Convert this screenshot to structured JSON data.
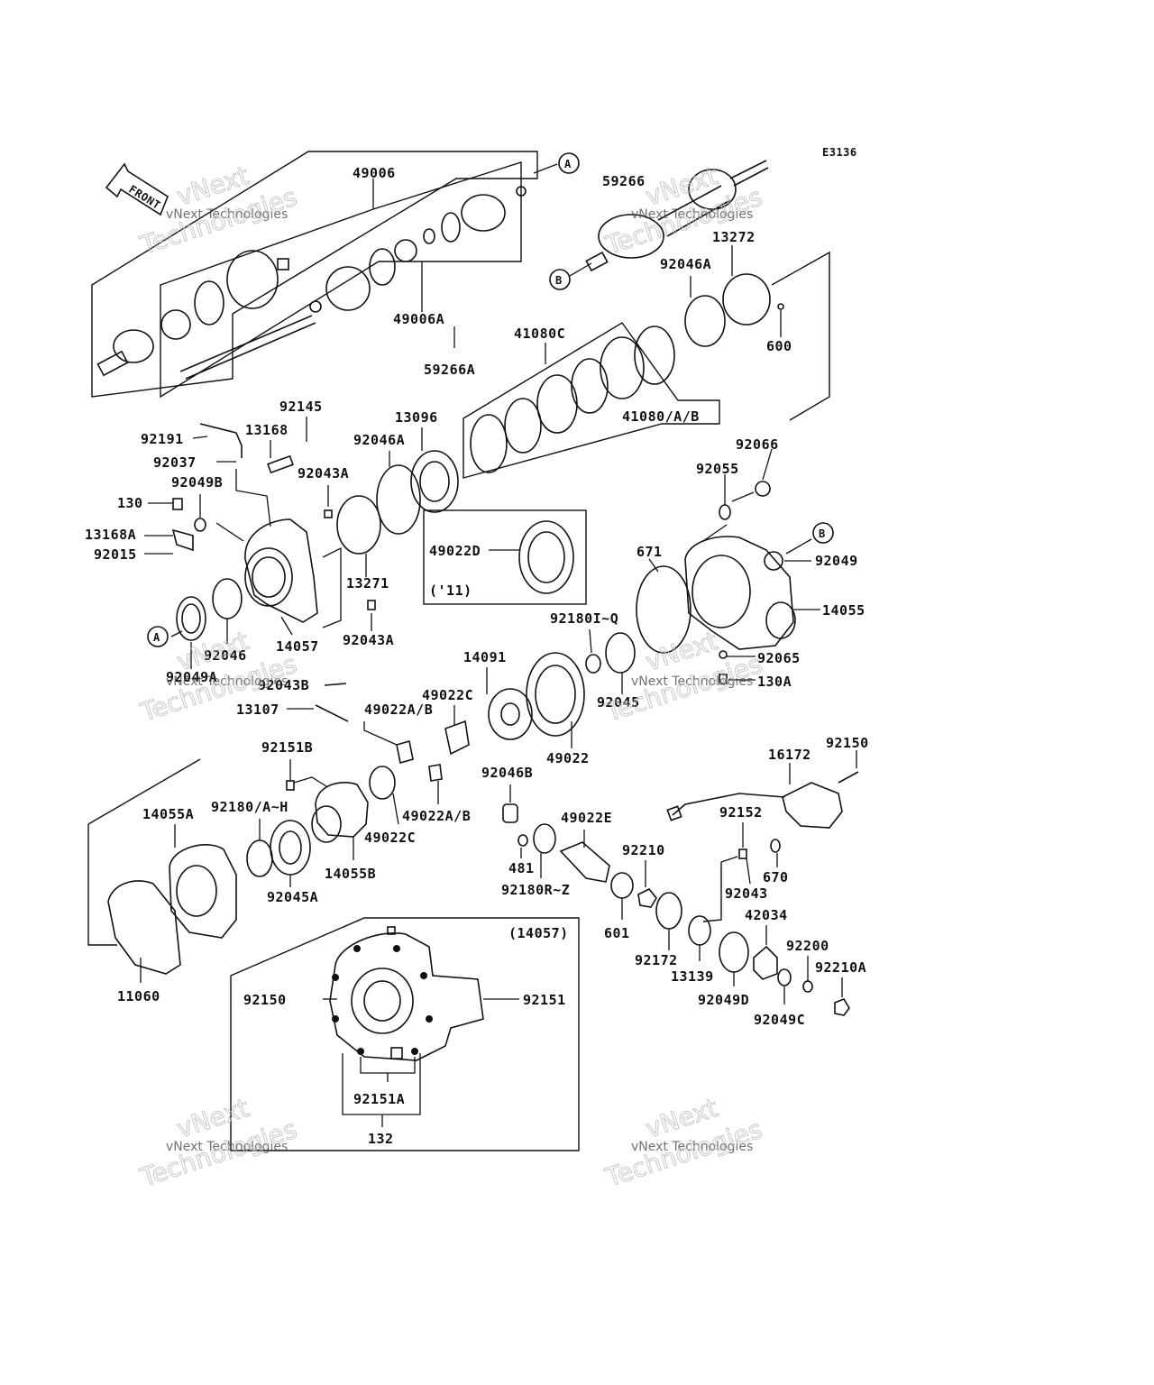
{
  "diagram_code": "E3136",
  "front_label": "FRONT",
  "reference_markers": {
    "a": "A",
    "b": "B"
  },
  "watermark": {
    "line1": "vNext Technologies",
    "line2": "vNext",
    "line3": "Technologies"
  },
  "callouts": {
    "c49006": "49006",
    "c49006A": "49006A",
    "c59266A": "59266A",
    "c59266": "59266",
    "c13272": "13272",
    "c92046A_top": "92046A",
    "c600": "600",
    "c41080C": "41080C",
    "c41080AB": "41080/A/B",
    "c92145": "92145",
    "c13168": "13168",
    "c92191": "92191",
    "c92037": "92037",
    "c92049B": "92049B",
    "c130": "130",
    "c13168A": "13168A",
    "c92015": "92015",
    "c92043A_top": "92043A",
    "c92046A_mid": "92046A",
    "c13096": "13096",
    "c13271": "13271",
    "c92043A_bot": "92043A",
    "c14057": "14057",
    "c92046": "92046",
    "c92049A": "92049A",
    "c49022D": "49022D",
    "c11year": "('11)",
    "c92066": "92066",
    "c92055": "92055",
    "c92049": "92049",
    "c671": "671",
    "c14055": "14055",
    "c92065": "92065",
    "c130A": "130A",
    "c92180IQ": "92180I~Q",
    "c14091": "14091",
    "c92045": "92045",
    "c49022": "49022",
    "c49022C_top": "49022C",
    "c92043B": "92043B",
    "c13107": "13107",
    "c49022AB_top": "49022A/B",
    "c92151B": "92151B",
    "c14055A": "14055A",
    "c92180AH": "92180/A~H",
    "c49022C_bot": "49022C",
    "c49022AB_bot": "49022A/B",
    "c14055B": "14055B",
    "c92045A": "92045A",
    "c11060": "11060",
    "c92046B": "92046B",
    "c481": "481",
    "c92180RZ": "92180R~Z",
    "c49022E": "49022E",
    "c16172": "16172",
    "c92150_top": "92150",
    "c92152": "92152",
    "c670": "670",
    "c92210": "92210",
    "c601": "601",
    "c92043": "92043",
    "c92172": "92172",
    "c42034": "42034",
    "c13139": "13139",
    "c92049D": "92049D",
    "c92200": "92200",
    "c92210A": "92210A",
    "c92049C": "92049C",
    "c14057_box": "(14057)",
    "c92150_box": "92150",
    "c92151_box": "92151",
    "c92151A": "92151A",
    "c132": "132"
  }
}
